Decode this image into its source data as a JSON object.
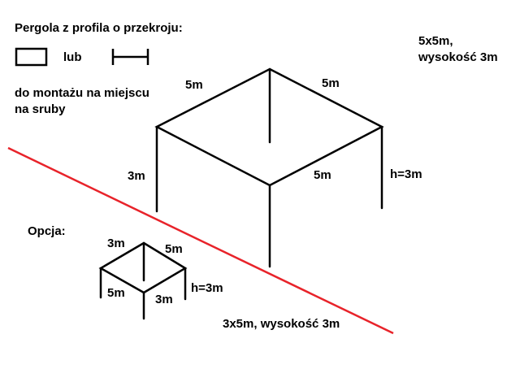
{
  "header": {
    "title": "Pergola z profila o przekroju:",
    "or_label": "lub",
    "mounting_line1": "do montażu na miejscu",
    "mounting_line2": "na  sruby"
  },
  "main_pergola": {
    "spec_line1": "5x5m,",
    "spec_line2": "wysokość 3m",
    "label_top_left": "5m",
    "label_top_right": "5m",
    "label_front_right": "5m",
    "label_left_height": "3m",
    "label_right_height": "h=3m"
  },
  "option": {
    "title": "Opcja:",
    "label_top_left": "3m",
    "label_top_right": "5m",
    "label_front_left": "5m",
    "label_front_right": "3m",
    "label_height": "h=3m",
    "spec": "3x5m, wysokość 3m"
  },
  "colors": {
    "line": "#000000",
    "divider": "#e8232a",
    "background": "#ffffff"
  },
  "icons": [
    "rectangle-profile-icon",
    "i-beam-profile-icon"
  ]
}
